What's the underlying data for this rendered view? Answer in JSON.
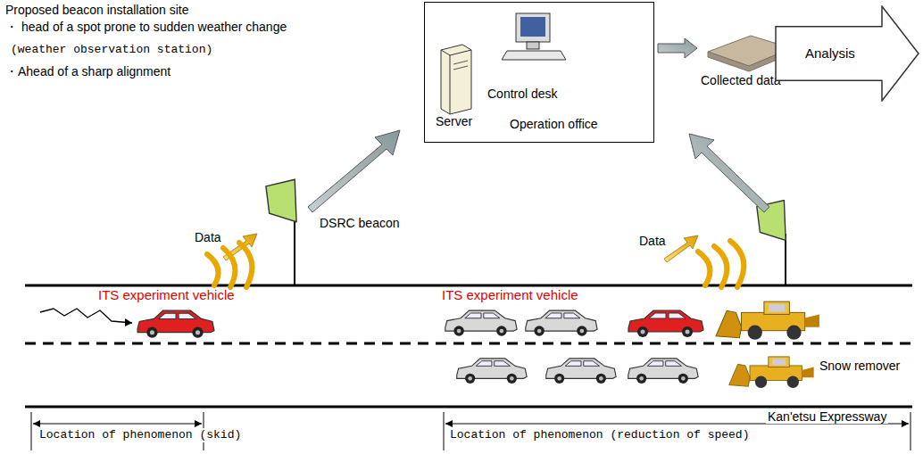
{
  "diagram": {
    "nodes": [
      {
        "text": [
          "Operation office"
        ]
      },
      {
        "text": [
          "Server"
        ],
        "in": 0
      },
      {
        "text": [
          "Control desk"
        ],
        "in": 0
      },
      {
        "text": [
          "Collected data"
        ]
      },
      {
        "text": [
          "Analysis"
        ]
      }
    ],
    "edges": [
      {
        "from": 0,
        "to": 3,
        "arrow": "to"
      }
    ],
    "labels": [
      "Proposed beacon installation site",
      "・ head of a spot prone to sudden weather change",
      "(weather observation station)",
      "・Ahead of a sharp alignment",
      "Data",
      "DSRC beacon",
      "Data",
      "ITS experiment vehicle",
      "ITS experiment vehicle",
      "Snow remover",
      "Kan'etsu Expressway",
      "Location of phenomenon (skid)",
      "Location of phenomenon (reduction of speed)"
    ]
  }
}
